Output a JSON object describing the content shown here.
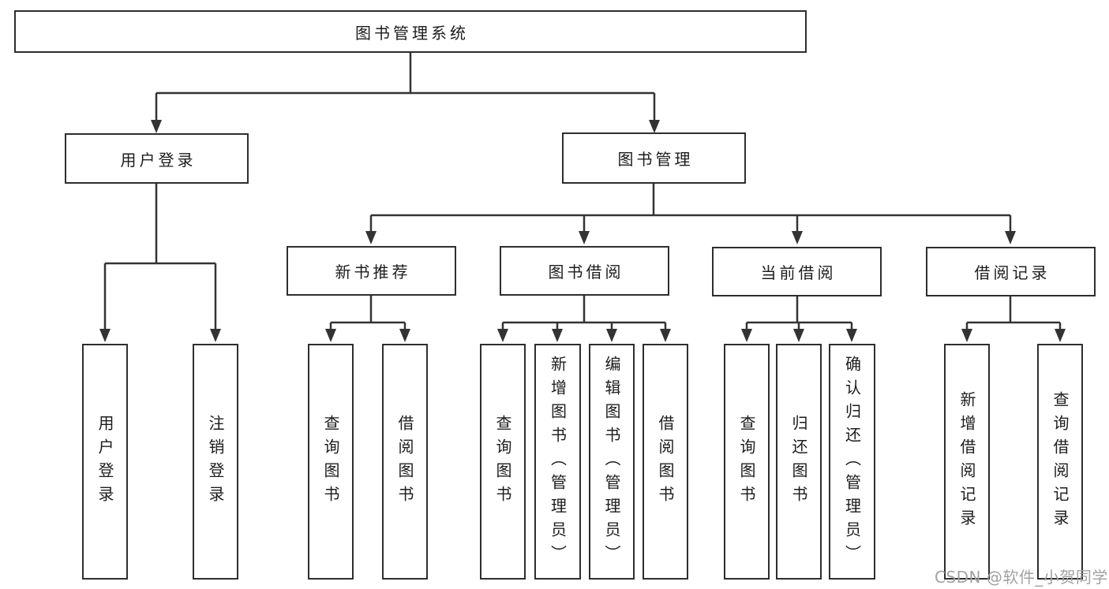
{
  "diagram": {
    "title": "图书管理系统",
    "nodes": {
      "root": {
        "label": "图书管理系统"
      },
      "user_login": {
        "label": "用户登录"
      },
      "book_mgmt": {
        "label": "图书管理"
      },
      "login": {
        "label": "用户登录"
      },
      "logout": {
        "label": "注销登录"
      },
      "new_book_rec": {
        "label": "新书推荐"
      },
      "book_borrow": {
        "label": "图书借阅"
      },
      "current_borrow": {
        "label": "当前借阅"
      },
      "borrow_record": {
        "label": "借阅记录"
      },
      "nbr_query": {
        "label": "查询图书"
      },
      "nbr_borrow": {
        "label": "借阅图书"
      },
      "bb_query": {
        "label": "查询图书"
      },
      "bb_add": {
        "label": "新增图书（管理员）"
      },
      "bb_edit": {
        "label": "编辑图书（管理员）"
      },
      "bb_borrow": {
        "label": "借阅图书"
      },
      "cb_query": {
        "label": "查询图书"
      },
      "cb_return": {
        "label": "归还图书"
      },
      "cb_confirm": {
        "label": "确认归还（管理员）"
      },
      "br_add": {
        "label": "新增借阅记录"
      },
      "br_query": {
        "label": "查询借阅记录"
      }
    },
    "edges": [
      [
        "root",
        "user_login"
      ],
      [
        "root",
        "book_mgmt"
      ],
      [
        "user_login",
        "login"
      ],
      [
        "user_login",
        "logout"
      ],
      [
        "book_mgmt",
        "new_book_rec"
      ],
      [
        "book_mgmt",
        "book_borrow"
      ],
      [
        "book_mgmt",
        "current_borrow"
      ],
      [
        "book_mgmt",
        "borrow_record"
      ],
      [
        "new_book_rec",
        "nbr_query"
      ],
      [
        "new_book_rec",
        "nbr_borrow"
      ],
      [
        "book_borrow",
        "bb_query"
      ],
      [
        "book_borrow",
        "bb_add"
      ],
      [
        "book_borrow",
        "bb_edit"
      ],
      [
        "book_borrow",
        "bb_borrow"
      ],
      [
        "current_borrow",
        "cb_query"
      ],
      [
        "current_borrow",
        "cb_return"
      ],
      [
        "current_borrow",
        "cb_confirm"
      ],
      [
        "borrow_record",
        "br_add"
      ],
      [
        "borrow_record",
        "br_query"
      ]
    ],
    "colors": {
      "line": "#333333",
      "box_border": "#2e2e2e",
      "box_fill": "#ffffff",
      "text": "#1c1c1c",
      "watermark": "#a2a2a2"
    }
  },
  "watermark": {
    "text": "CSDN @软件_小贺同学"
  }
}
